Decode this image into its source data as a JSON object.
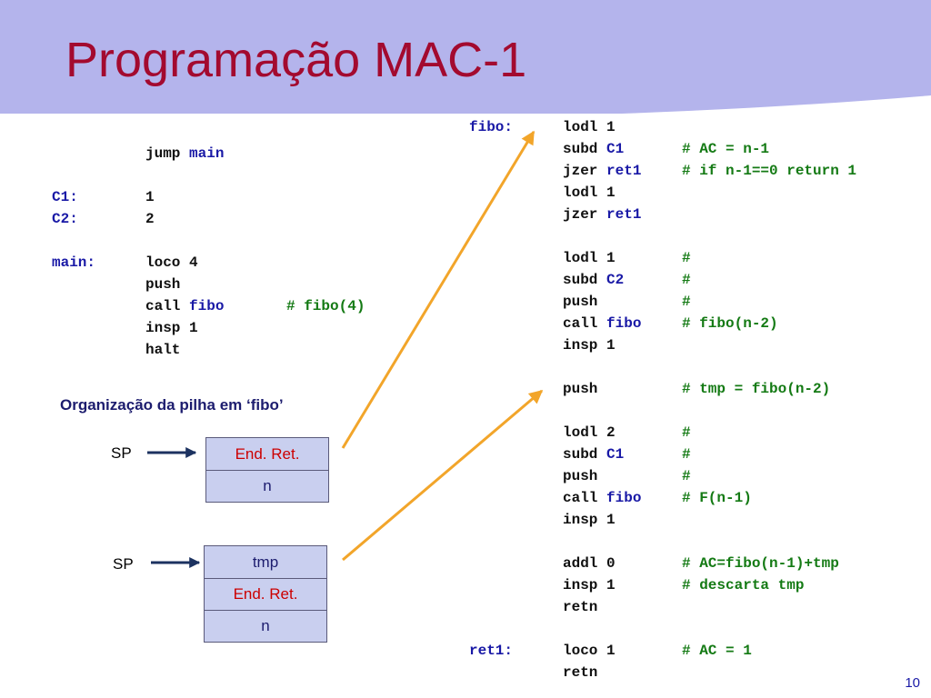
{
  "title": "Programação MAC-1",
  "left_code": [
    {
      "label": "",
      "op": "jump",
      "arg": "main",
      "comment": ""
    },
    {
      "label": "",
      "op": "",
      "arg": "",
      "comment": ""
    },
    {
      "label": "C1:",
      "op": "1",
      "arg": "",
      "comment": ""
    },
    {
      "label": "C2:",
      "op": "2",
      "arg": "",
      "comment": ""
    },
    {
      "label": "",
      "op": "",
      "arg": "",
      "comment": ""
    },
    {
      "label": "main:",
      "op": "loco",
      "arg": "4",
      "comment": ""
    },
    {
      "label": "",
      "op": "push",
      "arg": "",
      "comment": ""
    },
    {
      "label": "",
      "op": "call",
      "arg": "fibo",
      "comment": "# fibo(4)"
    },
    {
      "label": "",
      "op": "insp",
      "arg": "1",
      "comment": ""
    },
    {
      "label": "",
      "op": "halt",
      "arg": "",
      "comment": ""
    }
  ],
  "right_code": [
    {
      "label": "fibo:",
      "op": "lodl",
      "arg": "1",
      "comment": ""
    },
    {
      "label": "",
      "op": "subd",
      "arg": "C1",
      "comment": "# AC = n-1"
    },
    {
      "label": "",
      "op": "jzer",
      "arg": "ret1",
      "comment": "# if n-1==0 return 1"
    },
    {
      "label": "",
      "op": "lodl",
      "arg": "1",
      "comment": ""
    },
    {
      "label": "",
      "op": "jzer",
      "arg": "ret1",
      "comment": ""
    },
    {
      "label": "",
      "op": "",
      "arg": "",
      "comment": ""
    },
    {
      "label": "",
      "op": "lodl",
      "arg": "1",
      "comment": "#"
    },
    {
      "label": "",
      "op": "subd",
      "arg": "C2",
      "comment": "#"
    },
    {
      "label": "",
      "op": "push",
      "arg": "",
      "comment": "#"
    },
    {
      "label": "",
      "op": "call",
      "arg": "fibo",
      "comment": "# fibo(n-2)"
    },
    {
      "label": "",
      "op": "insp",
      "arg": "1",
      "comment": ""
    },
    {
      "label": "",
      "op": "",
      "arg": "",
      "comment": ""
    },
    {
      "label": "",
      "op": "push",
      "arg": "",
      "comment": "# tmp = fibo(n-2)"
    },
    {
      "label": "",
      "op": "",
      "arg": "",
      "comment": ""
    },
    {
      "label": "",
      "op": "lodl",
      "arg": "2",
      "comment": "#"
    },
    {
      "label": "",
      "op": "subd",
      "arg": "C1",
      "comment": "#"
    },
    {
      "label": "",
      "op": "push",
      "arg": "",
      "comment": "#"
    },
    {
      "label": "",
      "op": "call",
      "arg": "fibo",
      "comment": "# F(n-1)"
    },
    {
      "label": "",
      "op": "insp",
      "arg": "1",
      "comment": ""
    },
    {
      "label": "",
      "op": "",
      "arg": "",
      "comment": ""
    },
    {
      "label": "",
      "op": "addl",
      "arg": "0",
      "comment": "# AC=fibo(n-1)+tmp"
    },
    {
      "label": "",
      "op": "insp",
      "arg": "1",
      "comment": "# descarta tmp"
    },
    {
      "label": "",
      "op": "retn",
      "arg": "",
      "comment": ""
    },
    {
      "label": "",
      "op": "",
      "arg": "",
      "comment": ""
    },
    {
      "label": "ret1:",
      "op": "loco",
      "arg": "1",
      "comment": "# AC = 1"
    },
    {
      "label": "",
      "op": "retn",
      "arg": "",
      "comment": ""
    }
  ],
  "stack_caption": "Organização da pilha em ‘fibo’",
  "stack1": {
    "sp_label": "SP",
    "cells": [
      {
        "text": "End. Ret.",
        "color": "red"
      },
      {
        "text": "n",
        "color": "blue"
      }
    ]
  },
  "stack2": {
    "sp_label": "SP",
    "cells": [
      {
        "text": "tmp",
        "color": "blue"
      },
      {
        "text": "End. Ret.",
        "color": "red"
      },
      {
        "text": "n",
        "color": "blue"
      }
    ]
  },
  "page_number": "10",
  "colors": {
    "title": "#a30a2f",
    "header_band": "#b4b4ec",
    "label": "#1919a6",
    "comment": "#147a14",
    "arrow": "#f2a52a",
    "sp_arrow": "#1c3260",
    "stack_cell": "#c9cfef"
  }
}
